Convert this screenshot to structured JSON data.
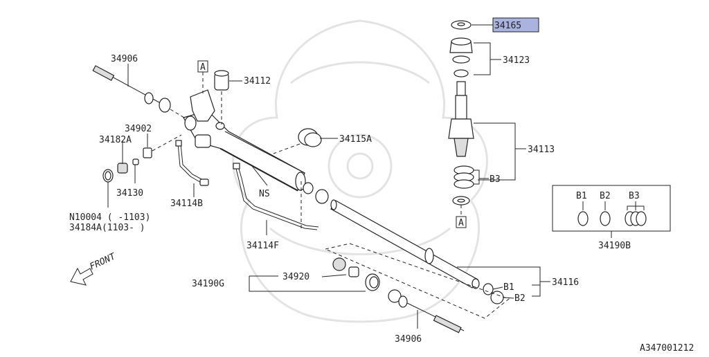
{
  "labels": {
    "p34906_top": "34906",
    "p34906_bottom": "34906",
    "p34112": "34112",
    "p34165": "34165",
    "p34123": "34123",
    "p34113": "34113",
    "p34115A": "34115A",
    "p34902": "34902",
    "p34182A": "34182A",
    "p34130": "34130",
    "p34114B": "34114B",
    "ns": "NS",
    "p34114F": "34114F",
    "n10004": "N10004 (  -1103)",
    "p34184A": "34184A(1103-  )",
    "p34920": "34920",
    "p34190G": "34190G",
    "p34116": "34116",
    "b1": "B1",
    "b2": "B2",
    "b3": "B3",
    "box_b1": "B1",
    "box_b2": "B2",
    "box_b3": "B3",
    "p34190B": "34190B",
    "ref_a_top": "A",
    "ref_a_bottom": "A",
    "front": "FRONT",
    "diagram_code": "A347001212"
  },
  "colors": {
    "highlight": "#a9b3dd",
    "line": "#222222",
    "watermark": "#e3e3e3"
  }
}
